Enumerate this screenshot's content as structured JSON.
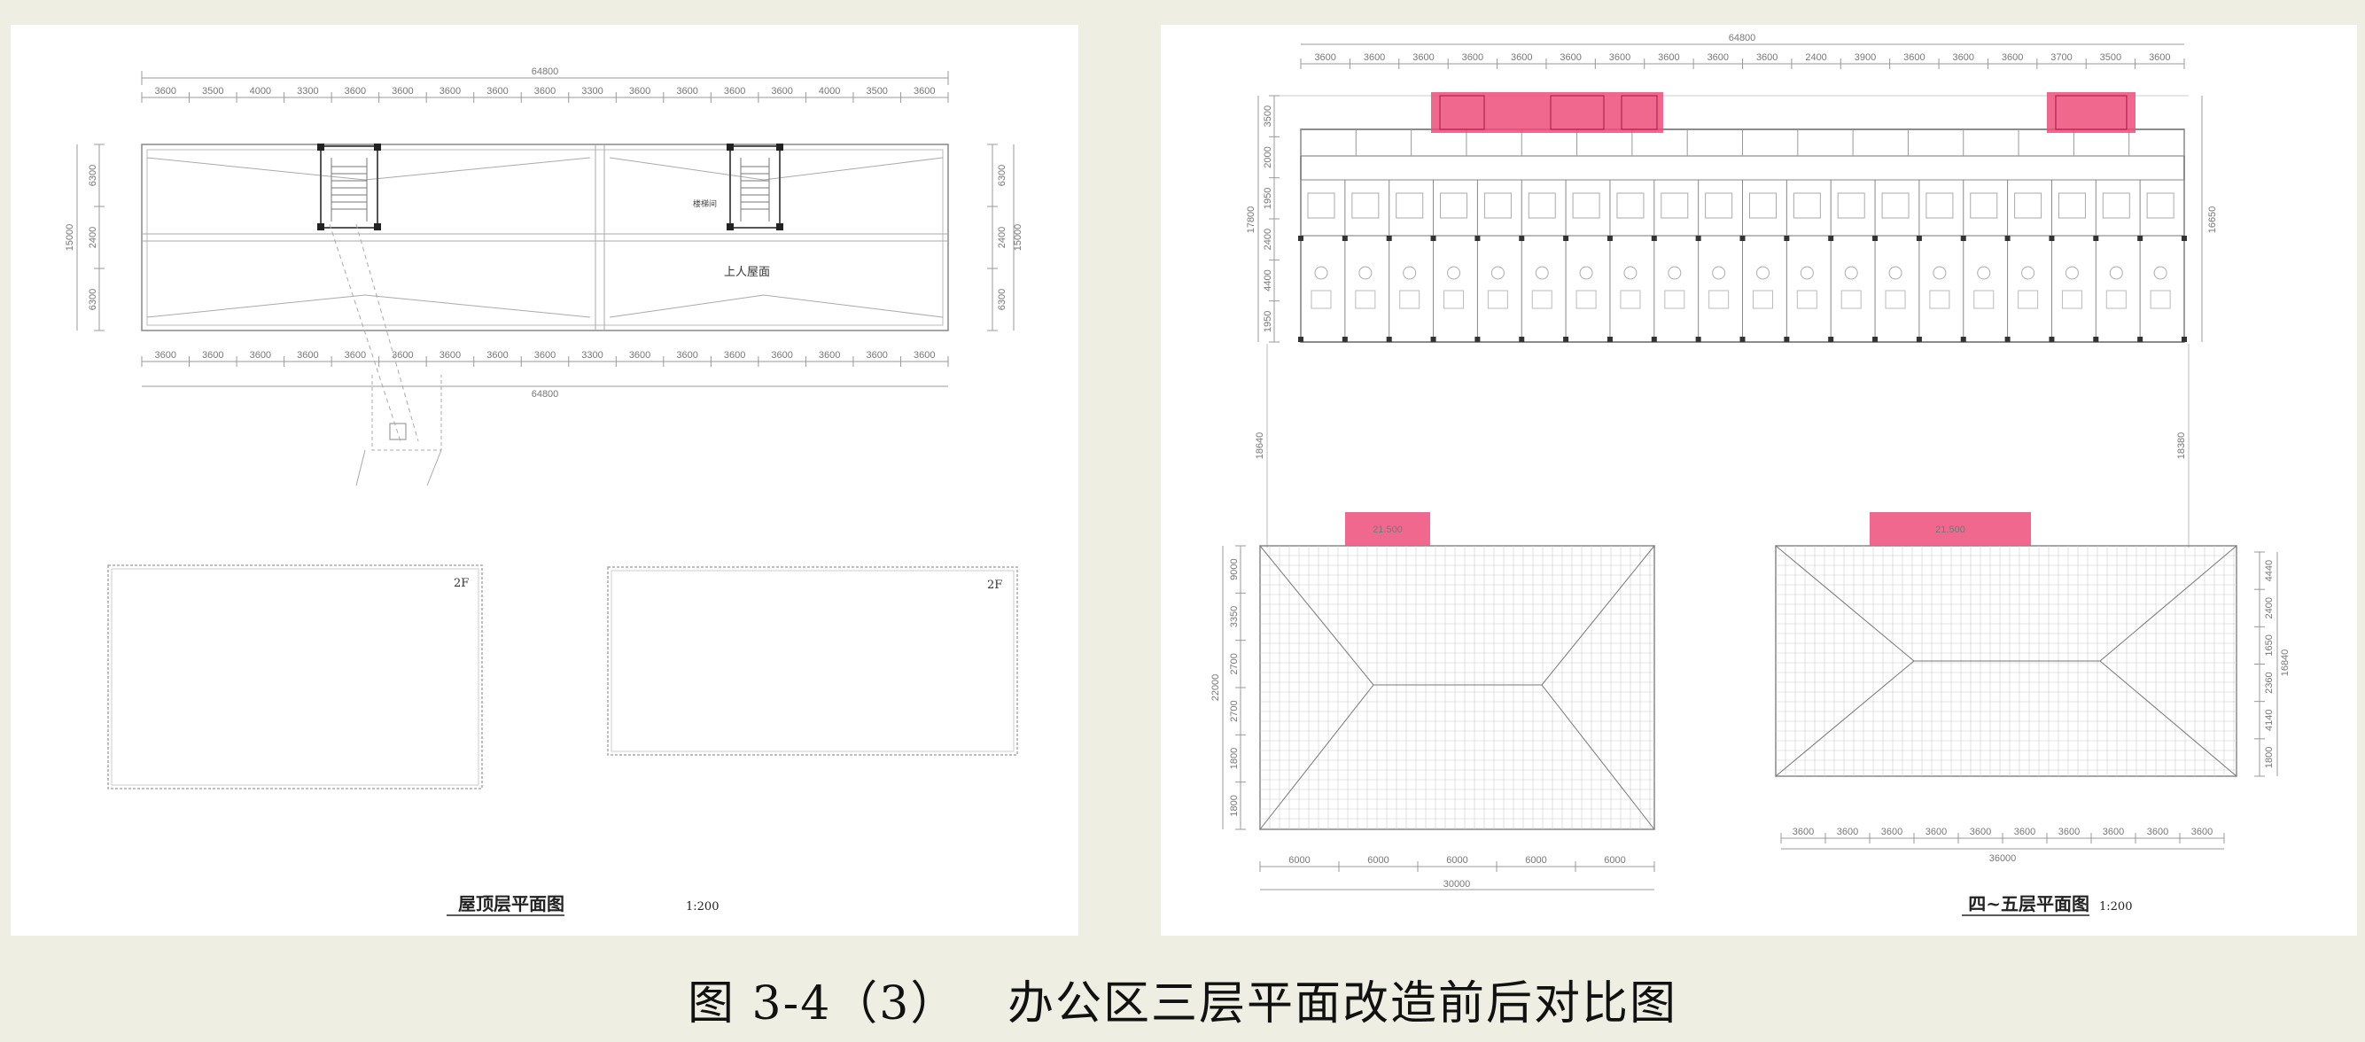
{
  "figure": {
    "caption": "图 3-4（3）   办公区三层平面改造前后对比图"
  },
  "left_panel": {
    "overall_dimension": "64800",
    "top_dims": [
      "3600",
      "3500",
      "4000",
      "3300",
      "3600",
      "3600",
      "3600",
      "3600",
      "3600",
      "3300",
      "3600",
      "3600",
      "3600",
      "3600",
      "4000",
      "3500",
      "3600"
    ],
    "bottom_dims": [
      "3600",
      "3600",
      "3600",
      "3600",
      "3600",
      "3600",
      "3600",
      "3600",
      "3600",
      "3300",
      "3600",
      "3600",
      "3600",
      "3600",
      "3600",
      "3600",
      "3600"
    ],
    "overall_dimension_bottom": "64800",
    "left_dims": [
      "6300",
      "2400",
      "6300"
    ],
    "left_total": "15000",
    "right_dims": [
      "6300",
      "2400",
      "6300"
    ],
    "right_total": "15000",
    "roof_label": "上人屋面",
    "stair_label": "楼梯间",
    "box_label_1": "2F",
    "box_label_2": "2F",
    "title": "屋顶层平面图",
    "scale": "1:200"
  },
  "right_panel": {
    "overall_dimension": "64800",
    "top_dims": [
      "3600",
      "3600",
      "3600",
      "3600",
      "3600",
      "3600",
      "3600",
      "3600",
      "3600",
      "3600",
      "2400",
      "3900",
      "3600",
      "3600",
      "3600",
      "3700",
      "3500",
      "3600"
    ],
    "left_dims": [
      "3500",
      "2000",
      "1950",
      "2400",
      "4400",
      "1950"
    ],
    "left_total": "17800",
    "gap_dim_left": "18640",
    "gap_dim_right": "18380",
    "right_total": "16650",
    "roof_left_tag": "21.500",
    "roof_right_tag": "21.500",
    "roof_left_side_dims": [
      "9000",
      "3350",
      "2700",
      "2700",
      "1800",
      "1800"
    ],
    "roof_left_total": "22000",
    "roof_left_bottom_dims": [
      "6000",
      "6000",
      "6000",
      "6000",
      "6000"
    ],
    "roof_left_bottom_total": "30000",
    "roof_right_side_dims": [
      "4440",
      "2400",
      "1650",
      "2360",
      "4140",
      "1800"
    ],
    "roof_right_total": "16840",
    "roof_right_bottom_dims": [
      "3600",
      "3600",
      "3600",
      "3600",
      "3600",
      "3600",
      "3600",
      "3600",
      "3600",
      "3600"
    ],
    "roof_right_bottom_total": "36000",
    "title": "四~五层平面图",
    "scale": "1:200",
    "highlight_color": "#ee4d7a"
  }
}
